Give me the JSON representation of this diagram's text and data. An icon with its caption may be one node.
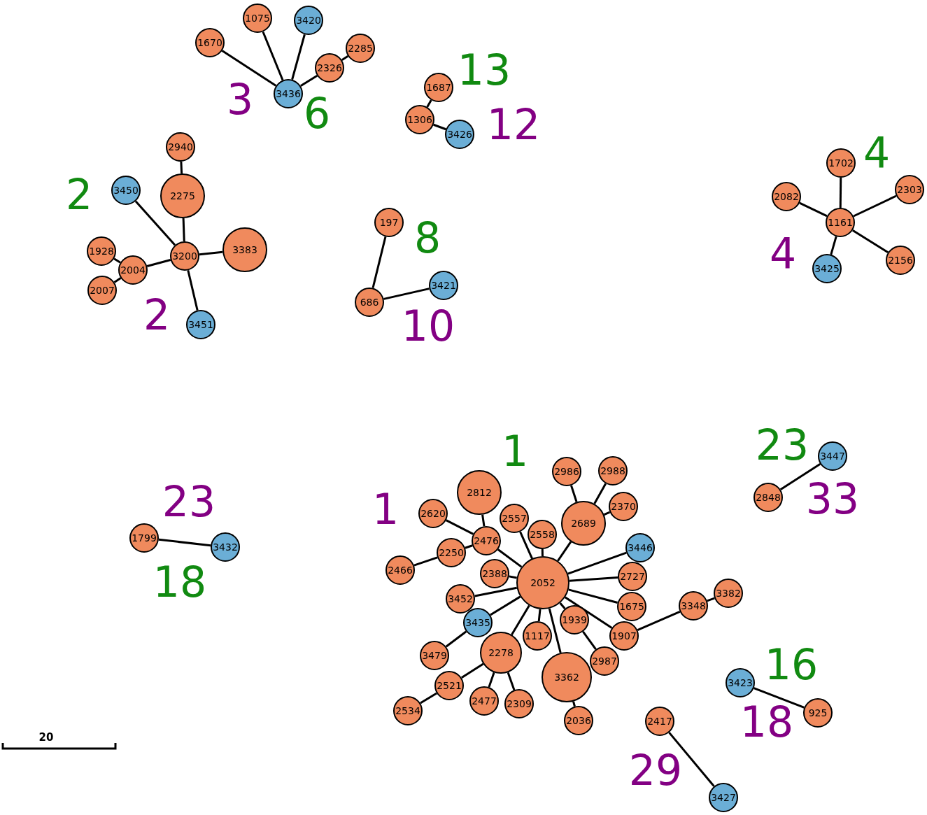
{
  "diagram": {
    "nodes": [
      {
        "text": [
          "1075"
        ]
      },
      {
        "text": [
          "3420"
        ]
      },
      {
        "text": [
          "1670"
        ]
      },
      {
        "text": [
          "2285"
        ]
      },
      {
        "text": [
          "2326"
        ]
      },
      {
        "text": [
          "3436"
        ]
      },
      {
        "text": [
          "1687"
        ]
      },
      {
        "text": [
          "1306"
        ]
      },
      {
        "text": [
          "3426"
        ]
      },
      {
        "text": [
          "2940"
        ]
      },
      {
        "text": [
          "3450"
        ]
      },
      {
        "text": [
          "2275"
        ]
      },
      {
        "text": [
          "1702"
        ]
      },
      {
        "text": [
          "2303"
        ]
      },
      {
        "text": [
          "2082"
        ]
      },
      {
        "text": [
          "1161"
        ]
      },
      {
        "text": [
          "197"
        ]
      },
      {
        "text": [
          "3383"
        ]
      },
      {
        "text": [
          "1928"
        ]
      },
      {
        "text": [
          "3200"
        ]
      },
      {
        "text": [
          "2004"
        ]
      },
      {
        "text": [
          "2007"
        ]
      },
      {
        "text": [
          "3425"
        ]
      },
      {
        "text": [
          "2156"
        ]
      },
      {
        "text": [
          "3421"
        ]
      },
      {
        "text": [
          "686"
        ]
      },
      {
        "text": [
          "3451"
        ]
      },
      {
        "text": [
          "3447"
        ]
      },
      {
        "text": [
          "2986"
        ]
      },
      {
        "text": [
          "2988"
        ]
      },
      {
        "text": [
          "2812"
        ]
      },
      {
        "text": [
          "2848"
        ]
      },
      {
        "text": [
          "2370"
        ]
      },
      {
        "text": [
          "2620"
        ]
      },
      {
        "text": [
          "2557"
        ]
      },
      {
        "text": [
          "2689"
        ]
      },
      {
        "text": [
          "2476"
        ]
      },
      {
        "text": [
          "2558"
        ]
      },
      {
        "text": [
          "1799"
        ]
      },
      {
        "text": [
          "3432"
        ]
      },
      {
        "text": [
          "2250"
        ]
      },
      {
        "text": [
          "3446"
        ]
      },
      {
        "text": [
          "2466"
        ]
      },
      {
        "text": [
          "2388"
        ]
      },
      {
        "text": [
          "2052"
        ]
      },
      {
        "text": [
          "2727"
        ]
      },
      {
        "text": [
          "3382"
        ]
      },
      {
        "text": [
          "3452"
        ]
      },
      {
        "text": [
          "3348"
        ]
      },
      {
        "text": [
          "1675"
        ]
      },
      {
        "text": [
          "1939"
        ]
      },
      {
        "text": [
          "3435"
        ]
      },
      {
        "text": [
          "1907"
        ]
      },
      {
        "text": [
          "3479"
        ]
      },
      {
        "text": [
          "2278"
        ]
      },
      {
        "text": [
          "1117"
        ]
      },
      {
        "text": [
          "2987"
        ]
      },
      {
        "text": [
          "3362"
        ]
      },
      {
        "text": [
          "3423"
        ]
      },
      {
        "text": [
          "2521"
        ]
      },
      {
        "text": [
          "2477"
        ]
      },
      {
        "text": [
          "2309"
        ]
      },
      {
        "text": [
          "925"
        ]
      },
      {
        "text": [
          "2534"
        ]
      },
      {
        "text": [
          "2036"
        ]
      },
      {
        "text": [
          "2417"
        ]
      },
      {
        "text": [
          "3427"
        ]
      }
    ],
    "edges": [
      {
        "from": 5,
        "to": 2,
        "arrow": "none"
      },
      {
        "from": 5,
        "to": 0,
        "arrow": "none"
      },
      {
        "from": 5,
        "to": 1,
        "arrow": "none"
      },
      {
        "from": 5,
        "to": 4,
        "arrow": "none"
      },
      {
        "from": 4,
        "to": 3,
        "arrow": "none"
      },
      {
        "from": 6,
        "to": 7,
        "arrow": "none"
      },
      {
        "from": 7,
        "to": 8,
        "arrow": "none"
      },
      {
        "from": 19,
        "to": 11,
        "arrow": "none"
      },
      {
        "from": 11,
        "to": 9,
        "arrow": "none"
      },
      {
        "from": 19,
        "to": 10,
        "arrow": "none"
      },
      {
        "from": 19,
        "to": 17,
        "arrow": "none"
      },
      {
        "from": 19,
        "to": 20,
        "arrow": "none"
      },
      {
        "from": 20,
        "to": 18,
        "arrow": "none"
      },
      {
        "from": 20,
        "to": 21,
        "arrow": "none"
      },
      {
        "from": 19,
        "to": 26,
        "arrow": "none"
      },
      {
        "from": 16,
        "to": 25,
        "arrow": "none"
      },
      {
        "from": 25,
        "to": 24,
        "arrow": "none"
      },
      {
        "from": 15,
        "to": 12,
        "arrow": "none"
      },
      {
        "from": 15,
        "to": 14,
        "arrow": "none"
      },
      {
        "from": 15,
        "to": 13,
        "arrow": "none"
      },
      {
        "from": 15,
        "to": 23,
        "arrow": "none"
      },
      {
        "from": 15,
        "to": 22,
        "arrow": "none"
      },
      {
        "from": 38,
        "to": 39,
        "arrow": "none"
      },
      {
        "from": 27,
        "to": 31,
        "arrow": "none"
      },
      {
        "from": 58,
        "to": 62,
        "arrow": "none"
      },
      {
        "from": 65,
        "to": 66,
        "arrow": "none"
      },
      {
        "from": 44,
        "to": 36,
        "arrow": "none"
      },
      {
        "from": 36,
        "to": 30,
        "arrow": "none"
      },
      {
        "from": 36,
        "to": 33,
        "arrow": "none"
      },
      {
        "from": 36,
        "to": 40,
        "arrow": "none"
      },
      {
        "from": 40,
        "to": 42,
        "arrow": "none"
      },
      {
        "from": 44,
        "to": 34,
        "arrow": "none"
      },
      {
        "from": 44,
        "to": 37,
        "arrow": "none"
      },
      {
        "from": 44,
        "to": 35,
        "arrow": "none"
      },
      {
        "from": 35,
        "to": 28,
        "arrow": "none"
      },
      {
        "from": 35,
        "to": 29,
        "arrow": "none"
      },
      {
        "from": 35,
        "to": 32,
        "arrow": "none"
      },
      {
        "from": 44,
        "to": 41,
        "arrow": "none"
      },
      {
        "from": 44,
        "to": 45,
        "arrow": "none"
      },
      {
        "from": 44,
        "to": 49,
        "arrow": "none"
      },
      {
        "from": 44,
        "to": 52,
        "arrow": "none"
      },
      {
        "from": 52,
        "to": 48,
        "arrow": "none"
      },
      {
        "from": 48,
        "to": 46,
        "arrow": "none"
      },
      {
        "from": 44,
        "to": 50,
        "arrow": "none"
      },
      {
        "from": 50,
        "to": 56,
        "arrow": "none"
      },
      {
        "from": 44,
        "to": 43,
        "arrow": "none"
      },
      {
        "from": 44,
        "to": 47,
        "arrow": "none"
      },
      {
        "from": 44,
        "to": 51,
        "arrow": "none"
      },
      {
        "from": 51,
        "to": 53,
        "arrow": "none"
      },
      {
        "from": 44,
        "to": 54,
        "arrow": "none"
      },
      {
        "from": 54,
        "to": 59,
        "arrow": "none"
      },
      {
        "from": 59,
        "to": 63,
        "arrow": "none"
      },
      {
        "from": 54,
        "to": 60,
        "arrow": "none"
      },
      {
        "from": 54,
        "to": 61,
        "arrow": "none"
      },
      {
        "from": 44,
        "to": 55,
        "arrow": "none"
      },
      {
        "from": 44,
        "to": 57,
        "arrow": "none"
      },
      {
        "from": 57,
        "to": 64,
        "arrow": "none"
      }
    ],
    "labels": [
      "3",
      "6",
      "13",
      "12",
      "2",
      "2",
      "8",
      "10",
      "4",
      "4",
      "1",
      "1",
      "23",
      "33",
      "23",
      "18",
      "16",
      "18",
      "29",
      "20"
    ]
  }
}
